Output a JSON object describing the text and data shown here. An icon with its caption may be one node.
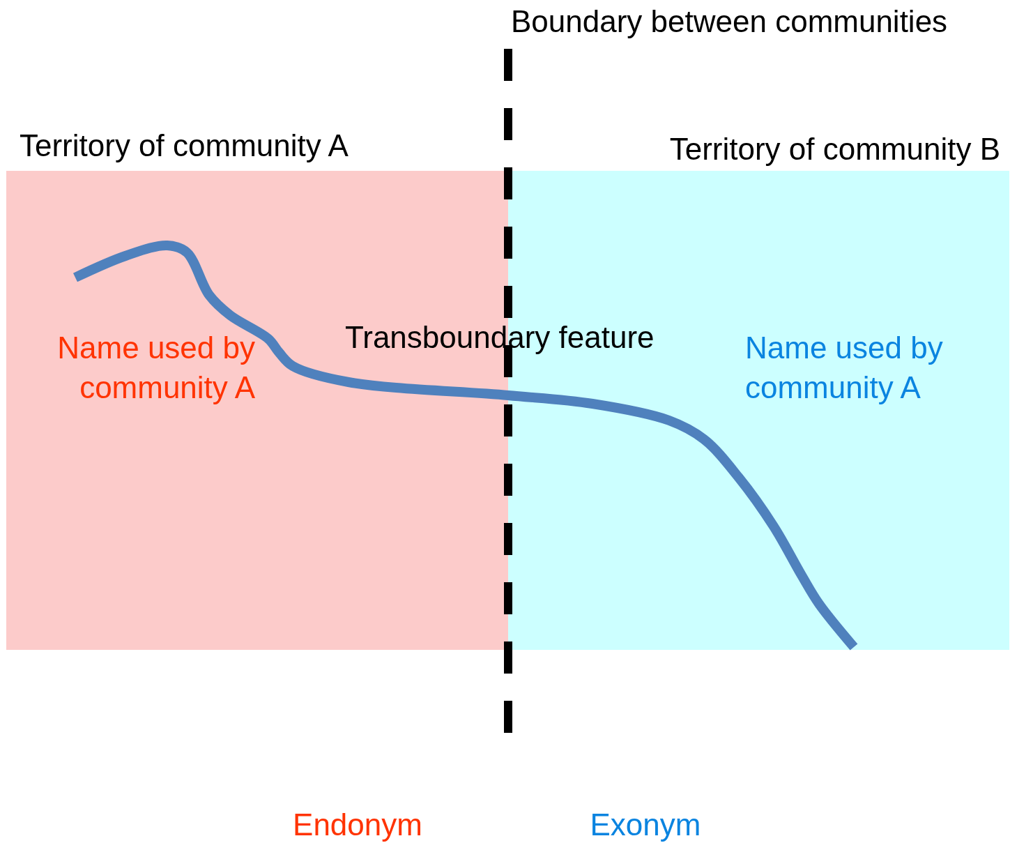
{
  "diagram": {
    "nodes": [
      {
        "text": [
          "Territory of community A",
          "Name used by community A"
        ]
      },
      {
        "text": [
          "Territory of community B",
          "Name used by community A"
        ]
      }
    ],
    "labels": [
      "Boundary between communities",
      "Transboundary feature",
      "Endonym",
      "Exonym"
    ]
  }
}
